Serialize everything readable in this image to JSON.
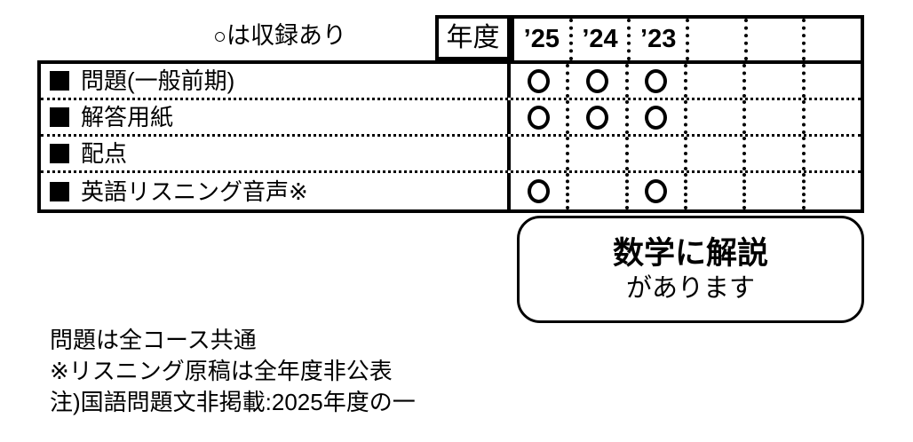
{
  "legend": {
    "circle_glyph": "○",
    "caption": "は収録あり"
  },
  "table": {
    "year_label": "年度",
    "year_columns": [
      "’25",
      "’24",
      "’23",
      "",
      "",
      ""
    ],
    "column_count": 6,
    "mark_glyph": "○",
    "rows": [
      {
        "label": "問題(一般前期)",
        "marks": [
          true,
          true,
          true,
          false,
          false,
          false
        ]
      },
      {
        "label": "解答用紙",
        "marks": [
          true,
          true,
          true,
          false,
          false,
          false
        ]
      },
      {
        "label": "配点",
        "marks": [
          false,
          false,
          false,
          false,
          false,
          false
        ]
      },
      {
        "label": "英語リスニング音声※",
        "marks": [
          true,
          false,
          true,
          false,
          false,
          false
        ]
      }
    ]
  },
  "callout": {
    "line1": "数学に解説",
    "line2": "があります"
  },
  "footnotes": [
    "問題は全コース共通",
    "※リスニング原稿は全年度非公表",
    "注)国語問題文非掲載:2025年度の一"
  ]
}
